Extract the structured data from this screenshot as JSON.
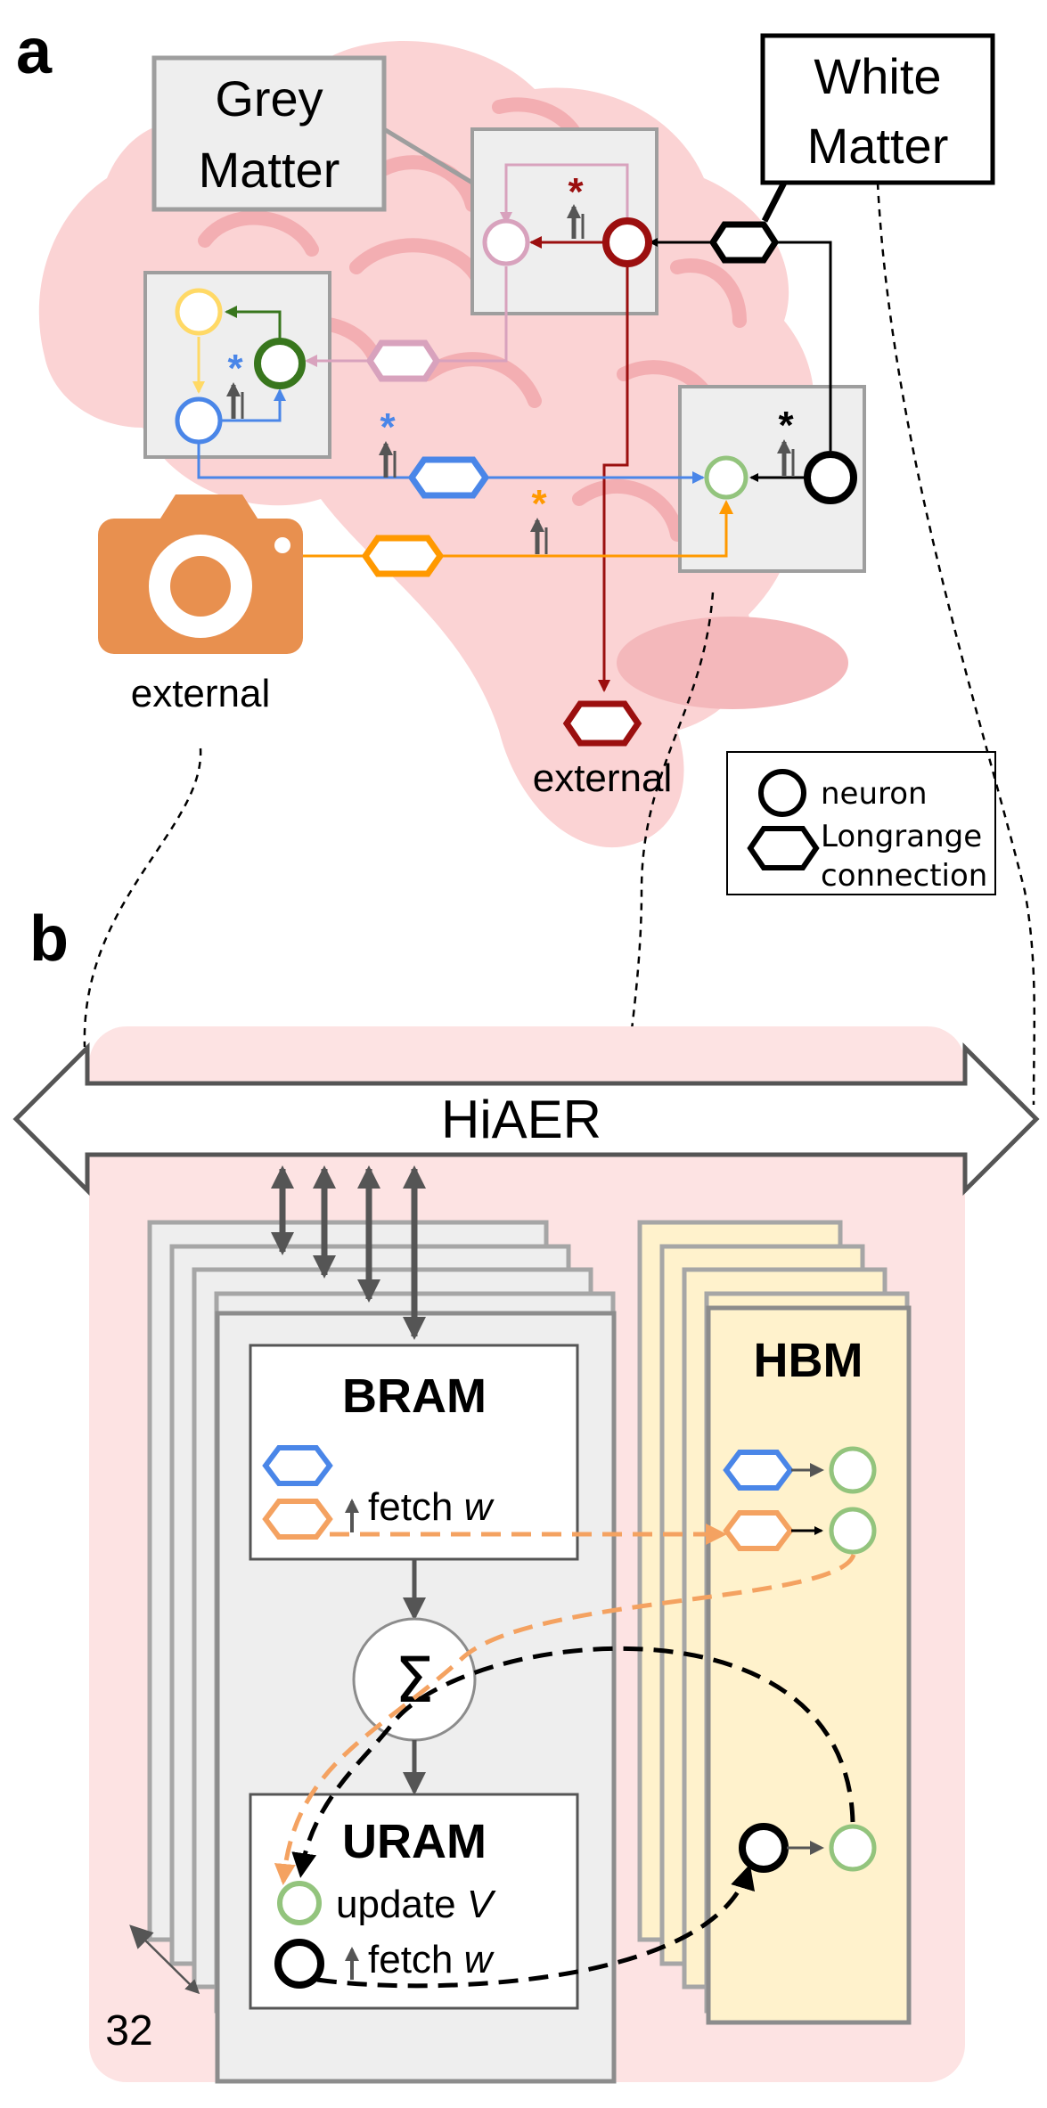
{
  "panels": {
    "a": "a",
    "b": "b"
  },
  "labels": {
    "grey_matter": [
      "Grey",
      "Matter"
    ],
    "white_matter": [
      "White",
      "Matter"
    ],
    "external_camera": "external",
    "external_output": "external",
    "hiaer": "HiAER",
    "bram": "BRAM",
    "hbm": "HBM",
    "uram": "URAM",
    "sum_symbol": "Σ",
    "fetch_w_bram": [
      "fetch ",
      "w"
    ],
    "update_v": [
      "update ",
      "V"
    ],
    "fetch_w_uram": [
      "fetch ",
      "w"
    ],
    "stack_count": "32",
    "asterisk": "*"
  },
  "legend": {
    "neuron": "neuron",
    "longrange": [
      "Longrange",
      "connection"
    ]
  },
  "colors": {
    "brain": "#fbd3d4",
    "brain_vein": "#f3aeb2",
    "camera": "#e8904f",
    "dark_red": "#9b0f0f",
    "pink": "#d8a2bd",
    "yellow": "#ffd966",
    "dark_green": "#38761d",
    "blue": "#4a86e8",
    "light_green": "#93c47d",
    "orange": "#ff9900",
    "orange_light": "#f4a261",
    "hbm_fill": "#fff2cc",
    "box_grey": "#eeeeee",
    "panel_b_bg": "#fde3e3"
  }
}
